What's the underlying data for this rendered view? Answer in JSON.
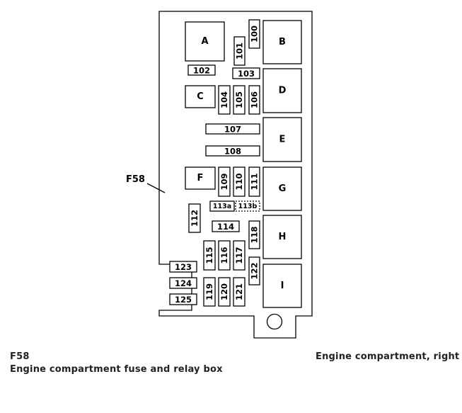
{
  "callout": "F58",
  "relays": {
    "A": "A",
    "B": "B",
    "C": "C",
    "D": "D",
    "E": "E",
    "F": "F",
    "G": "G",
    "H": "H",
    "I": "I"
  },
  "fuses": {
    "f100": "100",
    "f101": "101",
    "f102": "102",
    "f103": "103",
    "f104": "104",
    "f105": "105",
    "f106": "106",
    "f107": "107",
    "f108": "108",
    "f109": "109",
    "f110": "110",
    "f111": "111",
    "f112": "112",
    "f113a": "113a",
    "f113b": "113b",
    "f114": "114",
    "f115": "115",
    "f116": "116",
    "f117": "117",
    "f118": "118",
    "f119": "119",
    "f120": "120",
    "f121": "121",
    "f122": "122",
    "f123": "123",
    "f124": "124",
    "f125": "125"
  },
  "caption": {
    "code": "F58",
    "title": "Engine compartment fuse and relay box",
    "location": "Engine compartment, right"
  }
}
